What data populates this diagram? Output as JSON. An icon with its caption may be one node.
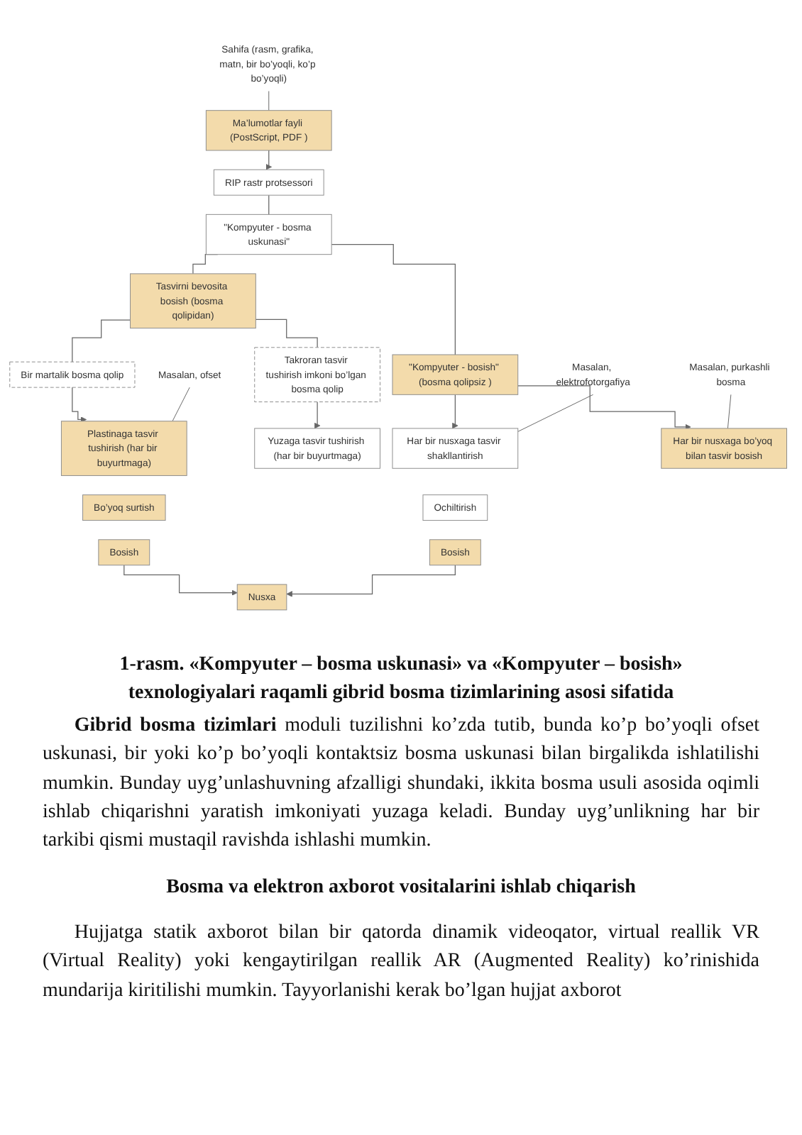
{
  "diagram": {
    "caption": "1-rasm. «Kompyuter – bosma uskunasi» va «Kompyuter – bosish» texnologiyalari raqamli gibrid bosma tizimlarining asosi sifatida",
    "nodes": [
      {
        "text": [
          "Ma’lumotlar fayli (PostScript, PDF )"
        ]
      },
      {
        "text": [
          "Sahifa (rasm, grafika, matn, bir bo’yoqli, ko’p bo’yoqli)"
        ]
      },
      {
        "text": [
          "RIP rastr protsessori"
        ]
      },
      {
        "text": [
          "\"Kompyuter - bosma uskunasi\""
        ]
      },
      {
        "text": [
          "Tasvirni bevosita bosish (bosma qolipidan)"
        ]
      },
      {
        "text": [
          "\"Kompyuter - bosish\" (bosma qolipsiz )"
        ]
      },
      {
        "text": [
          "Bir martalik bosma qolip"
        ]
      },
      {
        "text": [
          "Takroran tasvir tushirish imkoni bo’lgan bosma qolip"
        ]
      },
      {
        "text": [
          "Masalan, elektrofotorgafiya"
        ]
      },
      {
        "text": [
          "Masalan, purkashli bosma"
        ]
      },
      {
        "text": [
          "Plastinaga tasvir tushirish (har bir buyurtmaga)"
        ]
      },
      {
        "text": [
          "Yuzaga tasvir tushirish (har bir buyurtmaga)"
        ]
      },
      {
        "text": [
          "Har bir nusxaga tasvir shakllantirish"
        ]
      },
      {
        "text": [
          "Har bir nusxaga bo’yoq bilan tasvir bosish"
        ]
      },
      {
        "text": [
          "Bo’yoq surtish"
        ]
      },
      {
        "text": [
          "Ochiltirish"
        ]
      },
      {
        "text": [
          "Masalan, ofset"
        ]
      },
      {
        "text": [
          "Bosish"
        ]
      },
      {
        "text": [
          "Bosish"
        ]
      },
      {
        "text": [
          "Nusxa"
        ]
      }
    ],
    "edges": [
      {
        "from": 0,
        "to": 2,
        "arrow": "to"
      },
      {
        "from": 1,
        "to": 0,
        "arrow": "none"
      },
      {
        "from": 2,
        "to": 3,
        "arrow": "none"
      },
      {
        "from": 3,
        "to": 4,
        "arrow": "none"
      },
      {
        "from": 3,
        "to": 5,
        "arrow": "none"
      },
      {
        "from": 4,
        "to": 6,
        "arrow": "none"
      },
      {
        "from": 4,
        "to": 7,
        "arrow": "none"
      },
      {
        "from": 5,
        "to": 12,
        "arrow": "to"
      },
      {
        "from": 5,
        "to": 13,
        "arrow": "to"
      },
      {
        "from": 6,
        "to": 10,
        "arrow": "to"
      },
      {
        "from": 7,
        "to": 11,
        "arrow": "to"
      },
      {
        "from": 8,
        "to": 12,
        "arrow": "none"
      },
      {
        "from": 9,
        "to": 13,
        "arrow": "none"
      },
      {
        "from": 16,
        "to": 10,
        "arrow": "none"
      },
      {
        "from": 17,
        "to": 19,
        "arrow": "to"
      },
      {
        "from": 18,
        "to": 19,
        "arrow": "to"
      }
    ],
    "labels": [
      "**Gibrid bosma tizimlari** moduli tuzilishni ko’zda tutib, bunda ko’p bo’yoqli ofset uskunasi, bir yoki ko’p bo’yoqli kontaktsiz bosma uskunasi bilan birgalikda ishlatilishi mumkin. Bunday uyg’unlashuvning afzalligi shundaki, ikkita bosma usuli asosida oqimli ishlab chiqarishni yaratish imkoniyati yuzaga keladi. Bunday uyg’unlikning har bir tarkibi qismi mustaqil ravishda ishlashi mumkin.",
      "Bosma va elektron axborot vositalarini ishlab chiqarish",
      "Hujjatga statik axborot bilan bir qatorda dinamik videoqator, virtual reallik VR (Virtual Reality) yoki kengaytirilgan reallik AR (Augmented Reality) ko’rinishida mundarija kiritilishi mumkin. Tayyorlanishi kerak bo’lgan hujjat axborot"
    ]
  }
}
